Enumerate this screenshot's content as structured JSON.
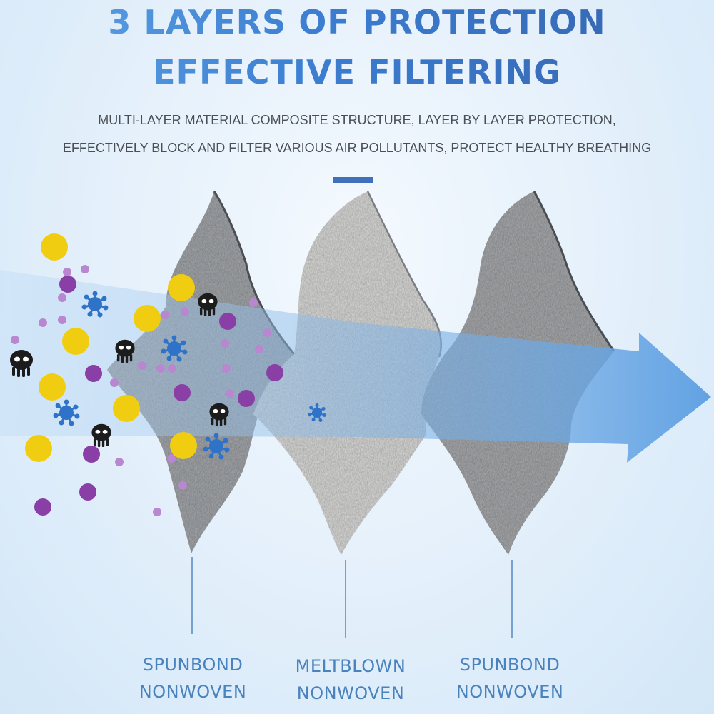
{
  "header": {
    "title_line1": "3 LAYERS OF PROTECTION",
    "title_line2": "EFFECTIVE FILTERING",
    "subtitle_line1": "MULTI-LAYER MATERIAL COMPOSITE STRUCTURE, LAYER BY LAYER PROTECTION,",
    "subtitle_line2": "EFFECTIVELY BLOCK AND FILTER VARIOUS AIR POLLUTANTS, PROTECT HEALTHY BREATHING"
  },
  "layers": [
    {
      "line1": "SPUNBOND",
      "line2": "NONWOVEN",
      "fabric": "dark-gray"
    },
    {
      "line1": "MELTBLOWN",
      "line2": "NONWOVEN",
      "fabric": "light-gray"
    },
    {
      "line1": "SPUNBOND",
      "line2": "NONWOVEN",
      "fabric": "dark-gray"
    }
  ],
  "pollutants": [
    "dust-particle-icon",
    "bacteria-icon",
    "virus-icon",
    "fine-particle-icon"
  ],
  "colors": {
    "title_start": "#5ea6e6",
    "title_end": "#3563ad",
    "label": "#4a82bd",
    "accent_bar": "#3f70b9",
    "airflow_arrow": "#6aa6e4",
    "dust": "#f1cd12",
    "bacteria": "#2f73c9",
    "particle": "#8a3fa6",
    "virus": "#1c1c1c"
  }
}
